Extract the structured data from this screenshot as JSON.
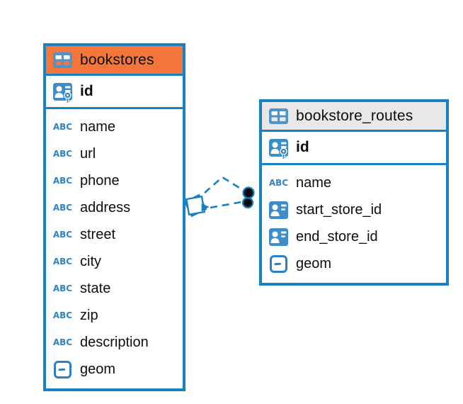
{
  "diagram": {
    "tables": [
      {
        "name": "bookstores",
        "header_bg": "#F4763B",
        "columns": [
          {
            "name": "id",
            "icon": "primary-key-icon"
          },
          {
            "name": "name",
            "icon": "text-type-icon"
          },
          {
            "name": "url",
            "icon": "text-type-icon"
          },
          {
            "name": "phone",
            "icon": "text-type-icon"
          },
          {
            "name": "address",
            "icon": "text-type-icon"
          },
          {
            "name": "street",
            "icon": "text-type-icon"
          },
          {
            "name": "city",
            "icon": "text-type-icon"
          },
          {
            "name": "state",
            "icon": "text-type-icon"
          },
          {
            "name": "zip",
            "icon": "text-type-icon"
          },
          {
            "name": "description",
            "icon": "text-type-icon"
          },
          {
            "name": "geom",
            "icon": "geometry-type-icon"
          }
        ]
      },
      {
        "name": "bookstore_routes",
        "header_bg": "#E8E8E8",
        "columns": [
          {
            "name": "id",
            "icon": "primary-key-icon"
          },
          {
            "name": "name",
            "icon": "text-type-icon"
          },
          {
            "name": "start_store_id",
            "icon": "foreign-key-icon"
          },
          {
            "name": "end_store_id",
            "icon": "foreign-key-icon"
          },
          {
            "name": "geom",
            "icon": "geometry-type-icon"
          }
        ]
      }
    ],
    "relations": {
      "count": 2,
      "style": "dashed",
      "from_table": "bookstores",
      "to_table": "bookstore_routes"
    },
    "text_icon_label": "ABC",
    "colors": {
      "accent_blue": "#1781C3",
      "icon_blue": "#3E8CC8",
      "header_orange": "#F4763B",
      "header_gray": "#E8E8E8",
      "connector_dot": "#0a0a0a",
      "background": "#ffffff",
      "text": "#0d0d0d"
    }
  }
}
